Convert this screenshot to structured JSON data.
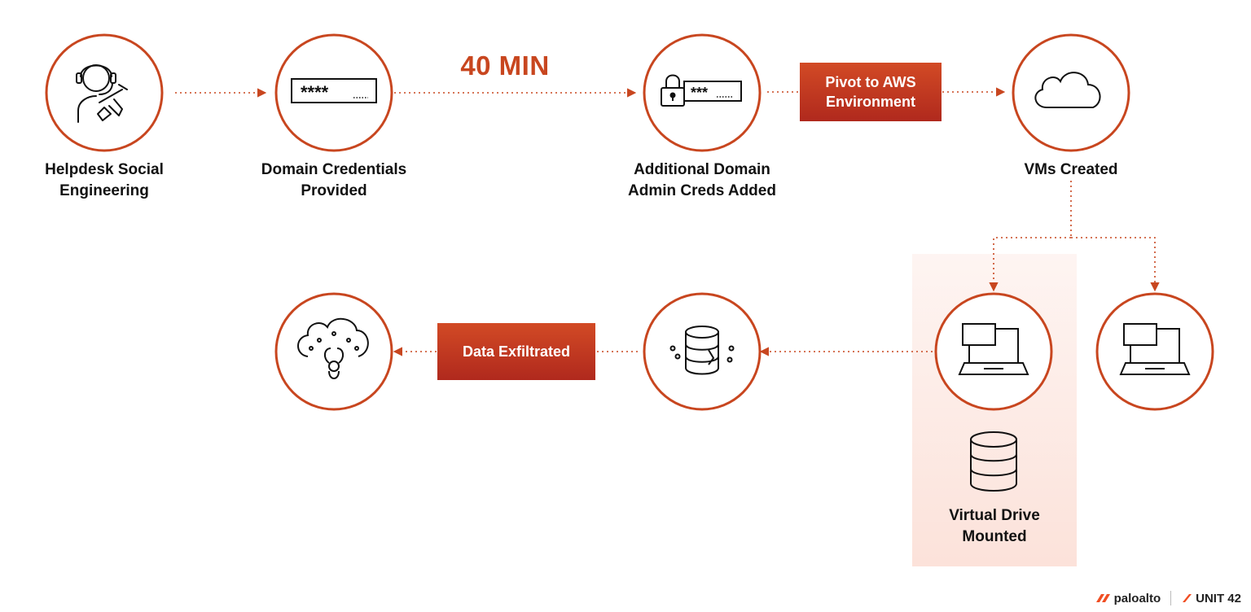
{
  "nodes": {
    "helpdesk": {
      "label_line1": "Helpdesk Social",
      "label_line2": "Engineering",
      "icon": "helpdesk-agent-icon"
    },
    "domain_creds": {
      "label_line1": "Domain Credentials",
      "label_line2": "Provided",
      "icon": "password-field-icon",
      "field_text": "****"
    },
    "admin_creds": {
      "label_line1": "Additional Domain",
      "label_line2": "Admin Creds Added",
      "icon": "lock-password-icon",
      "field_text": "***"
    },
    "vms_created": {
      "label_line1": "VMs Created",
      "icon": "cloud-icon"
    },
    "vm_a": {
      "icon": "laptop-icon"
    },
    "vm_b": {
      "icon": "laptop-icon"
    },
    "virtual_drive": {
      "label_line1": "Virtual Drive",
      "label_line2": "Mounted",
      "icon": "database-icon"
    },
    "data_access": {
      "icon": "broken-database-icon"
    },
    "exfil_target": {
      "icon": "biohazard-cloud-icon"
    }
  },
  "timer": "40 MIN",
  "callouts": {
    "pivot": {
      "line1": "Pivot to AWS",
      "line2": "Environment"
    },
    "exfil": {
      "line1": "Data Exfiltrated"
    }
  },
  "footer": {
    "paloalto": "paloalto",
    "unit42": "UNIT 42"
  },
  "colors": {
    "accent": "#c8461f",
    "circle_stroke": "#c8461f",
    "callout": "#c13a20",
    "highlight": "#fce2da"
  }
}
